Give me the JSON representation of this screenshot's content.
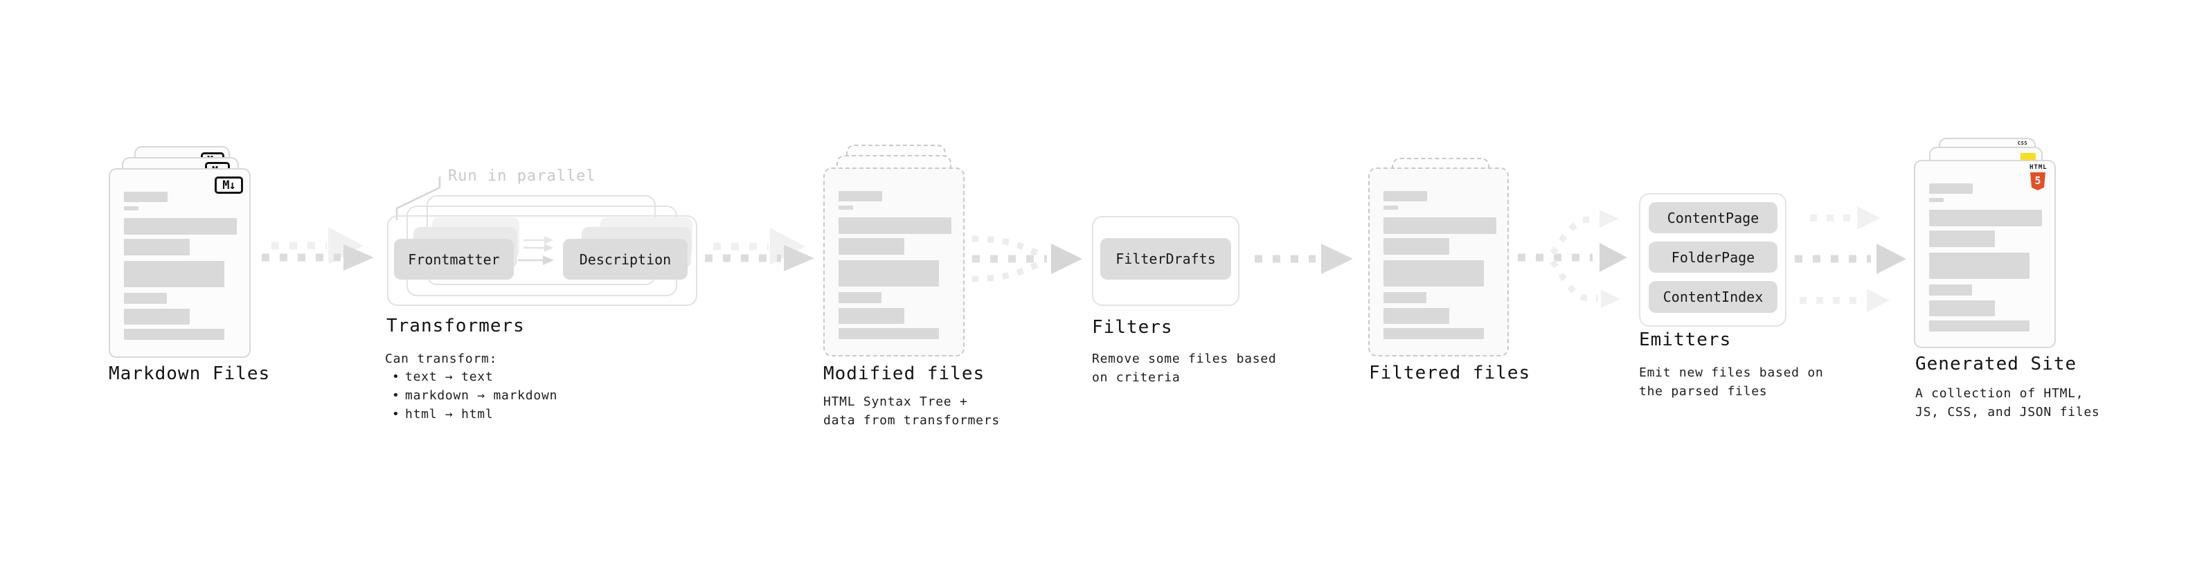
{
  "colors": {
    "html5_orange": "#e34f26",
    "js_yellow": "#f7df1e",
    "css_blue": "#2965f1",
    "pill_gray": "#dcdcdc",
    "skeleton_gray": "#d9d9d9",
    "arrow_gray": "#d9d9d9",
    "text": "#161616",
    "muted_label": "#c9c9c9"
  },
  "stages": {
    "markdown_files": {
      "title": "Markdown Files",
      "badge": "M↓"
    },
    "transformers": {
      "title": "Transformers",
      "callout": "Run in parallel",
      "pills": [
        "Frontmatter",
        "Description"
      ],
      "note": "Can transform:",
      "bullets": [
        "text → text",
        "markdown → markdown",
        "html → html"
      ]
    },
    "modified_files": {
      "title": "Modified files",
      "desc": [
        "HTML Syntax Tree +",
        "data from transformers"
      ]
    },
    "filters": {
      "title": "Filters",
      "pill": "FilterDrafts",
      "desc": [
        "Remove some files based",
        "on criteria"
      ]
    },
    "filtered_files": {
      "title": "Filtered files"
    },
    "emitters": {
      "title": "Emitters",
      "pills": [
        "ContentPage",
        "FolderPage",
        "ContentIndex"
      ],
      "desc": [
        "Emit new files based on",
        "the parsed files"
      ]
    },
    "generated_site": {
      "title": "Generated Site",
      "desc": [
        "A collection of HTML,",
        "JS, CSS, and JSON files"
      ],
      "badges": {
        "html_label": "HTML",
        "html_number": "5",
        "css_label": "CSS"
      }
    }
  }
}
